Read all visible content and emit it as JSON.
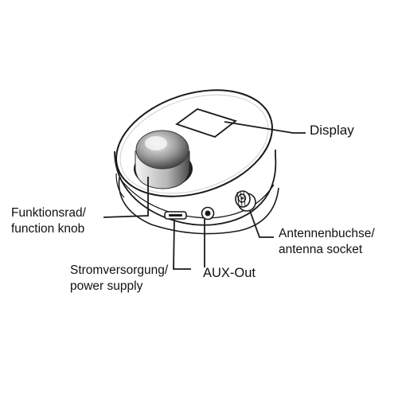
{
  "labels": {
    "display": "Display",
    "function_knob": {
      "line1": "Funktionsrad/",
      "line2": "function knob"
    },
    "power_supply": {
      "line1": "Stromversorgung/",
      "line2": "power supply"
    },
    "aux_out": "AUX-Out",
    "antenna_socket": {
      "line1": "Antennenbuchse/",
      "line2": "antenna socket"
    }
  },
  "colors": {
    "stroke": "#1a1a1a",
    "knob_dark": "#2b2b2b",
    "knob_light": "#e6e6e6",
    "body_fill": "#ffffff"
  }
}
